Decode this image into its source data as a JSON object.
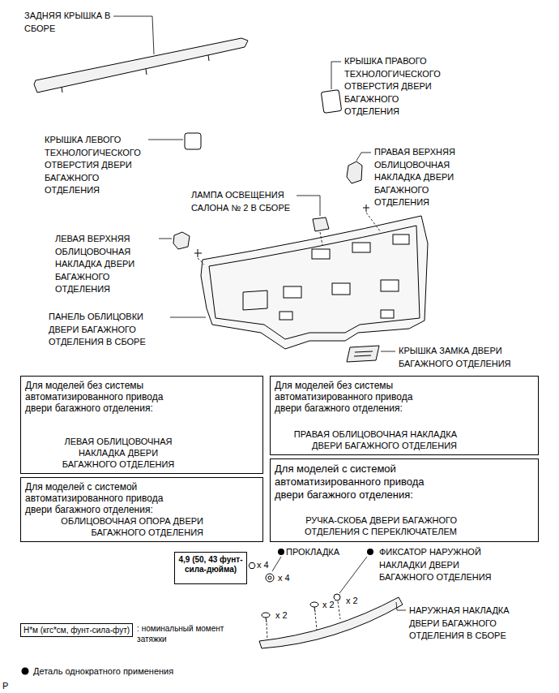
{
  "diagram": {
    "nodes": [
      {
        "text": [
          "Для моделей без системы автоматизированного привода двери багажного отделения:",
          "ЛЕВАЯ ОБЛИЦОВОЧНАЯ НАКЛАДКА ДВЕРИ БАГАЖНОГО ОТДЕЛЕНИЯ"
        ]
      },
      {
        "text": [
          "Для моделей с системой автоматизированного привода двери багажного отделения:",
          "ОБЛИЦОВОЧНАЯ ОПОРА ДВЕРИ БАГАЖНОГО ОТДЕЛЕНИЯ"
        ]
      },
      {
        "text": [
          "Для моделей без системы автоматизированного привода двери багажного отделения:",
          "ПРАВАЯ ОБЛИЦОВОЧНАЯ НАКЛАДКА ДВЕРИ БАГАЖНОГО ОТДЕЛЕНИЯ"
        ]
      },
      {
        "text": [
          "Для моделей с системой автоматизированного привода двери багажного отделения:",
          "РУЧКА-СКОБА ДВЕРИ БАГАЖНОГО ОТДЕЛЕНИЯ С ПЕРЕКЛЮЧАТЕЛЕМ"
        ]
      },
      {
        "text": [
          "4,9 (50, 43 фунт-сила-дюйма)"
        ]
      },
      {
        "text": [
          "Н*м (кгс*см, фунт-сила-фут)",
          ": номинальный момент затяжки"
        ]
      }
    ],
    "labels": [
      "ЗАДНЯЯ КРЫШКА В СБОРЕ",
      "КРЫШКА ПРАВОГО ТЕХНОЛОГИЧЕСКОГО ОТВЕРСТИЯ ДВЕРИ БАГАЖНОГО ОТДЕЛЕНИЯ",
      "КРЫШКА ЛЕВОГО ТЕХНОЛОГИЧЕСКОГО ОТВЕРСТИЯ ДВЕРИ БАГАЖНОГО ОТДЕЛЕНИЯ",
      "ПРАВАЯ ВЕРХНЯЯ ОБЛИЦОВОЧНАЯ НАКЛАДКА ДВЕРИ БАГАЖНОГО ОТДЕЛЕНИЯ",
      "ЛАМПА ОСВЕЩЕНИЯ САЛОНА № 2 В СБОРЕ",
      "ЛЕВАЯ ВЕРХНЯЯ ОБЛИЦОВОЧНАЯ НАКЛАДКА ДВЕРИ БАГАЖНОГО ОТДЕЛЕНИЯ",
      "ПАНЕЛЬ ОБЛИЦОВКИ ДВЕРИ БАГАЖНОГО ОТДЕЛЕНИЯ В СБОРЕ",
      "КРЫШКА ЗАМКА ДВЕРИ БАГАЖНОГО ОТДЕЛЕНИЯ",
      "ПРОКЛАДКА",
      "ФИКСАТОР НАРУЖНОЙ НАКЛАДКИ ДВЕРИ БАГАЖНОГО ОТДЕЛЕНИЯ",
      "x 4",
      "x 4",
      "x 2",
      "x 2",
      "x 2",
      "НАРУЖНАЯ НАКЛАДКА ДВЕРИ БАГАЖНОГО ОТДЕЛЕНИЯ В СБОРЕ",
      "P"
    ],
    "legend": [
      {
        "text": "Деталь однократного применения"
      }
    ]
  }
}
